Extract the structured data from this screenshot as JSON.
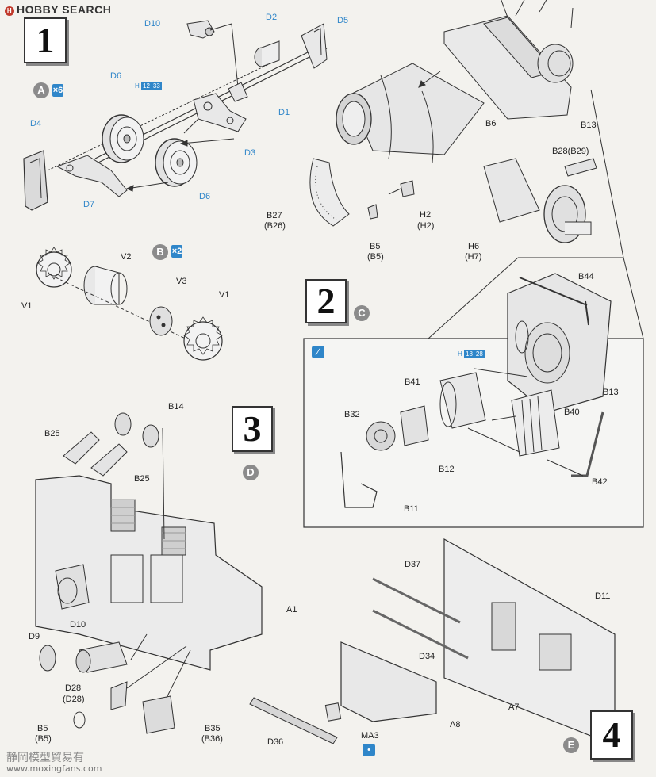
{
  "header": {
    "logo_text": "HOBBY SEARCH",
    "logo_mark": "H"
  },
  "steps": [
    {
      "number": "1"
    },
    {
      "number": "2"
    },
    {
      "number": "3"
    },
    {
      "number": "4"
    }
  ],
  "sub_assemblies": {
    "a": "A",
    "b": "B",
    "c": "C",
    "d": "D",
    "e": "E"
  },
  "multipliers": {
    "a": "6",
    "b": "2"
  },
  "paint_refs": [
    {
      "prefix": "H",
      "num1": "12",
      "num2": "33"
    },
    {
      "prefix": "H",
      "num1": "18",
      "num2": "28"
    }
  ],
  "labels": {
    "d10_top": "D10",
    "d2": "D2",
    "d5": "D5",
    "d6_top": "D6",
    "d1": "D1",
    "d4": "D4",
    "d3": "D3",
    "d6_bottom": "D6",
    "d7": "D7",
    "b6": "B6",
    "b13_top": "B13",
    "b28": "B28(B29)",
    "b27": "B27",
    "b26": "(B26)",
    "h2": "H2",
    "h2b": "(H2)",
    "b5_top": "B5",
    "b5b_top": "(B5)",
    "h6": "H6",
    "h7": "(H7)",
    "v2": "V2",
    "v1_left": "V1",
    "v3": "V3",
    "v1_right": "V1",
    "b44": "B44",
    "b13_mid": "B13",
    "b41": "B41",
    "b32": "B32",
    "b40": "B40",
    "b12": "B12",
    "b42": "B42",
    "b11": "B11",
    "b14": "B14",
    "b25_left": "B25",
    "b25_right": "B25",
    "a1": "A1",
    "d9": "D9",
    "d10_bottom": "D10",
    "d28": "D28",
    "d28b": "(D28)",
    "b5_bottom": "B5",
    "b5b_bottom": "(B5)",
    "b35": "B35",
    "b36": "(B36)",
    "d37": "D37",
    "d11": "D11",
    "d34": "D34",
    "a7": "A7",
    "a8": "A8",
    "d36": "D36",
    "ma3": "MA3"
  },
  "watermark": {
    "line1": "静岡模型貿易有",
    "line2": "www.moxingfans.com"
  }
}
